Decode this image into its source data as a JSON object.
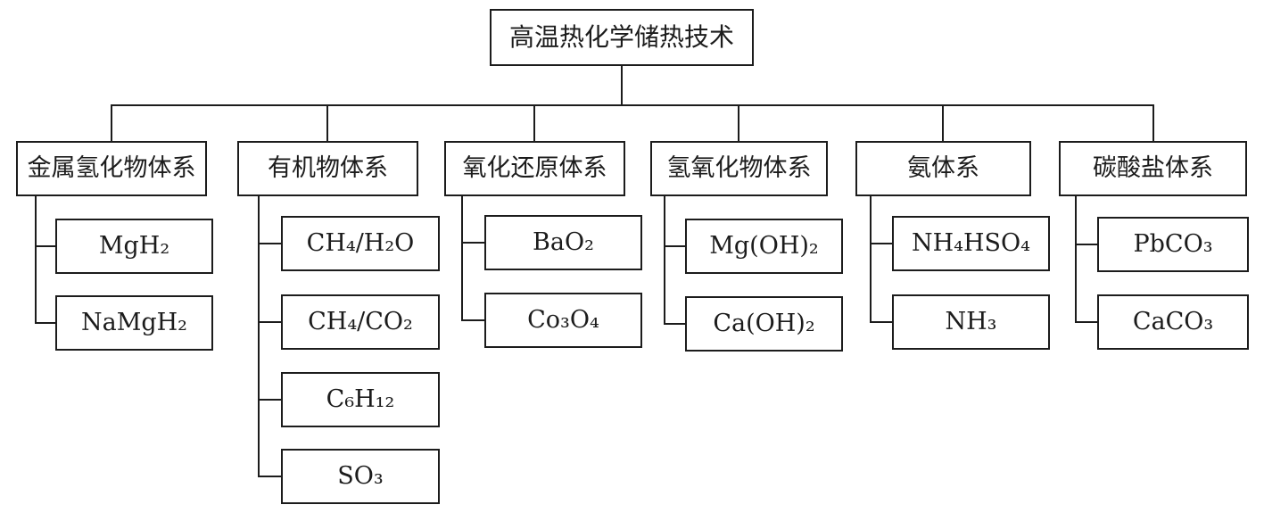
{
  "diagram": {
    "title_node": "高温热化学储热技术",
    "categories": [
      {
        "label": "金属氢化物体系",
        "children": [
          "MgH₂",
          "NaMgH₂"
        ]
      },
      {
        "label": "有机物体系",
        "children": [
          "CH₄/H₂O",
          "CH₄/CO₂",
          "C₆H₁₂",
          "SO₃"
        ]
      },
      {
        "label": "氧化还原体系",
        "children": [
          "BaO₂",
          "Co₃O₄"
        ]
      },
      {
        "label": "氢氧化物体系",
        "children": [
          "Mg(OH)₂",
          "Ca(OH)₂"
        ]
      },
      {
        "label": "氨体系",
        "children": [
          "NH₄HSO₄",
          "NH₃"
        ]
      },
      {
        "label": "碳酸盐体系",
        "children": [
          "PbCO₃",
          "CaCO₃"
        ]
      }
    ],
    "colors": {
      "background": "#ffffff",
      "line": "#1c1c1c",
      "box_border": "#1c1c1c",
      "text": "#1c1c1c"
    }
  }
}
